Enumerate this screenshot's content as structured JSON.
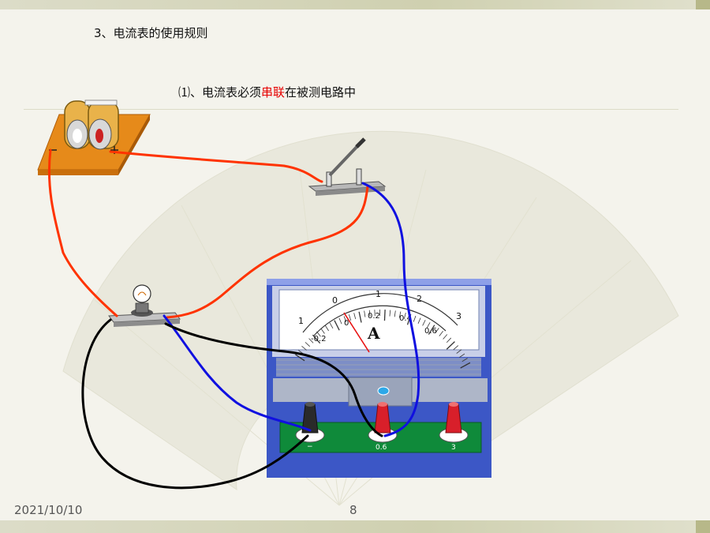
{
  "slide": {
    "heading": "3、电流表的使用规则",
    "subheading": {
      "prefix": "⑴、电流表必须",
      "highlight": "串联",
      "suffix": "在被测电路中"
    },
    "date": "2021/10/10",
    "page_number": "8"
  },
  "ammeter": {
    "unit_symbol": "A",
    "outer_scale_labels": [
      "1",
      "0",
      "1",
      "2",
      "3"
    ],
    "inner_scale_labels": [
      "-0.2",
      "0",
      "0.2",
      "0.4",
      "0.6"
    ],
    "terminal_labels": [
      "−",
      "0.6",
      "3"
    ]
  },
  "colors": {
    "highlight": "#e60000",
    "wire_red": "#ff3300",
    "wire_blue": "#1010e0",
    "wire_black": "#000000",
    "ammeter_body": "#3a55c8",
    "battery_base": "#e58a18"
  }
}
